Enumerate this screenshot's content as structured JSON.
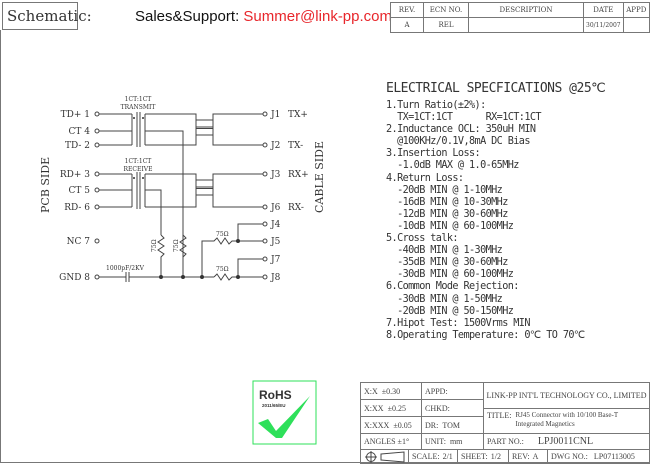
{
  "header": {
    "schematic_label": "Schematic:",
    "sales_label": "Sales&Support:",
    "sales_email": "Summer@link-pp.com"
  },
  "revision_table": {
    "headers": [
      "REV.",
      "ECN NO.",
      "DESCRIPTION",
      "DATE",
      "APPD"
    ],
    "row": [
      "A",
      "REL",
      "",
      "30/11/2007",
      ""
    ]
  },
  "schematic": {
    "pcb_side": "PCB SIDE",
    "cable_side": "CABLE SIDE",
    "transmit_ratio": "1CT:1CT",
    "transmit_label": "TRANSMIT",
    "receive_ratio": "1CT:1CT",
    "receive_label": "RECEIVE",
    "left_pins": [
      "TD+ 1",
      "CT 4",
      "TD- 2",
      "RD+ 3",
      "CT 5",
      "RD- 6",
      "NC 7",
      "GND 8"
    ],
    "right_pins": [
      "J1",
      "J2",
      "J3",
      "J6",
      "J4",
      "J5",
      "J7",
      "J8"
    ],
    "right_signals": [
      "TX+",
      "TX-",
      "RX+",
      "RX-"
    ],
    "resistor": "75Ω",
    "capacitor": "1000pF/2KV"
  },
  "specs": {
    "title": "ELECTRICAL SPECFICATIONS @25℃",
    "lines": [
      "1.Turn Ratio(±2%):",
      "  TX=1CT:1CT      RX=1CT:1CT",
      "2.Inductance OCL: 350uH MIN",
      "  @100KHz/0.1V,8mA DC Bias",
      "3.Insertion Loss:",
      "  -1.0dB MAX @ 1.0-65MHz",
      "4.Return Loss:",
      "  -20dB MIN @ 1-10MHz",
      "  -16dB MIN @ 10-30MHz",
      "  -12dB MIN @ 30-60MHz",
      "  -10dB MIN @ 60-100MHz",
      "5.Cross talk:",
      "  -40dB MIN @ 1-30MHz",
      "  -35dB MIN @ 30-60MHz",
      "  -30dB MIN @ 60-100MHz",
      "6.Common Mode Rejection:",
      "  -30dB MIN @ 1-50MHz",
      "  -20dB MIN @ 50-150MHz",
      "7.Hipot Test: 1500Vrms MIN",
      "8.Operating Temperature: 0℃ TO 70℃"
    ]
  },
  "rohs": {
    "title": "RoHS",
    "sub": "2011/65/EU",
    "color": "#2ee05a"
  },
  "title_block": {
    "tol_xx": "X:X",
    "tol_xx_v": "±0.30",
    "tol_xxx": "X:XX",
    "tol_xxx_v": "±0.25",
    "tol_xxxx": "X:XXX",
    "tol_xxxx_v": "±0.05",
    "angles": "ANGLES ±1°",
    "appd": "APPD:",
    "chkd": "CHKD:",
    "dr": "DR:",
    "dr_v": "TOM",
    "unit": "UNIT:",
    "unit_v": "mm",
    "company": "LINK-PP INT'L TECHNOLOGY CO., LIMITED",
    "title_label": "TITLE:",
    "title_v": "RJ45 Connector with 10/100 Base-T Integrated Magnetics",
    "part_label": "PART NO.:",
    "part_v": "LPJ0011CNL",
    "scale": "SCALE:",
    "scale_v": "2/1",
    "sheet": "SHEET:",
    "sheet_v": "1/2",
    "rev": "REV:",
    "rev_v": "A",
    "dwg": "DWG NO.:",
    "dwg_v": "LP07113005"
  }
}
